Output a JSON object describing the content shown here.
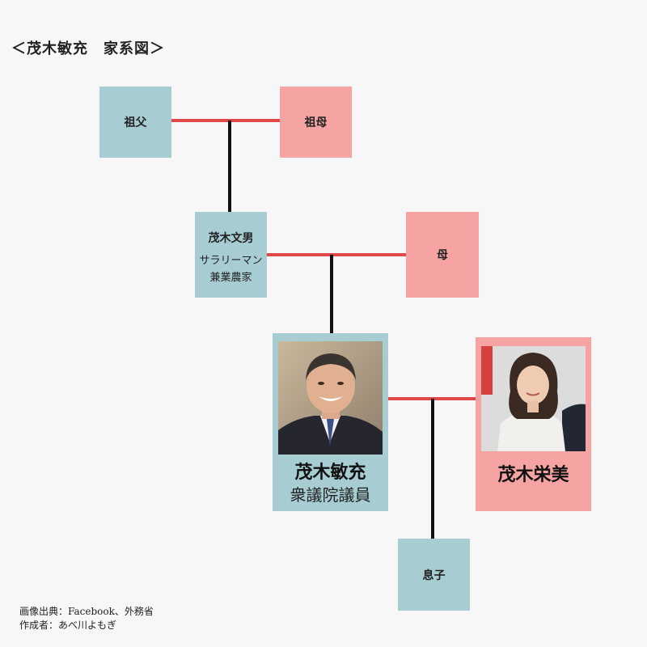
{
  "title": "＜茂木敏充　家系図＞",
  "colors": {
    "male": "#a7cdd3",
    "female": "#f5a3a3",
    "marriage_line": "#e04848",
    "descent_line": "#111111"
  },
  "nodes": {
    "grandfather": {
      "name": "祖父"
    },
    "grandmother": {
      "name": "祖母"
    },
    "father": {
      "name": "茂木文男",
      "role_line1": "サラリーマン",
      "role_line2": "兼業農家"
    },
    "mother": {
      "name": "母"
    },
    "toshimitsu": {
      "name": "茂木敏充",
      "role": "衆議院議員"
    },
    "eimi": {
      "name": "茂木栄美"
    },
    "son": {
      "name": "息子"
    }
  },
  "credits": {
    "source": "画像出典：Facebook、外務省",
    "author": "作成者：あべ川よもぎ"
  }
}
